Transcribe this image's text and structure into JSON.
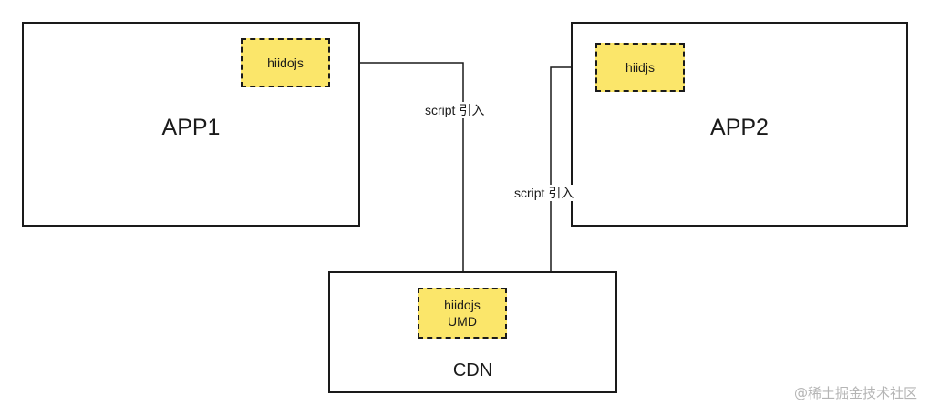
{
  "boxes": {
    "app1": {
      "title": "APP1",
      "module_label": "hiidojs"
    },
    "app2": {
      "title": "APP2",
      "module_label": "hiidjs"
    },
    "cdn": {
      "title": "CDN",
      "module_label_line1": "hiidojs",
      "module_label_line2": "UMD"
    }
  },
  "connectors": {
    "to_app1_label": "script 引入",
    "to_app2_label": "script 引入"
  },
  "watermark": "@稀土掘金技术社区",
  "colors": {
    "module_fill": "#fbe66a",
    "stroke": "#1a1a1a",
    "watermark": "#b5b5b5"
  }
}
